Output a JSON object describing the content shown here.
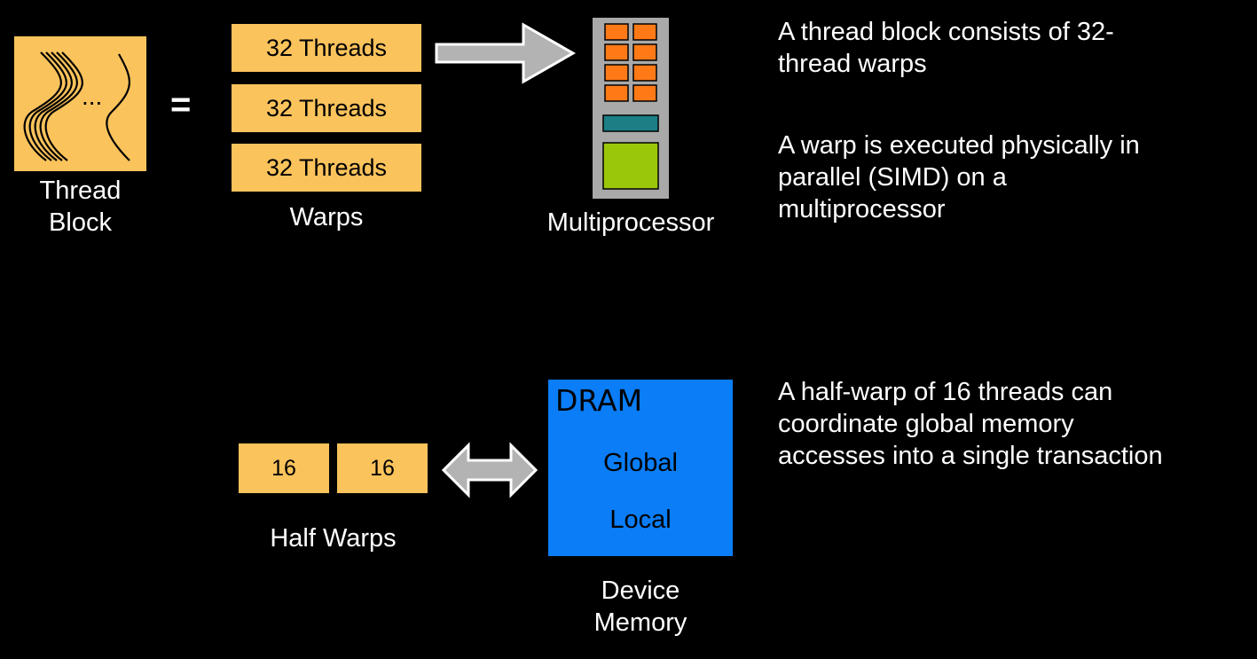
{
  "thread_block": {
    "label_line1": "Thread",
    "label_line2": "Block",
    "ellipsis": "..."
  },
  "equals_sign": "=",
  "warps": {
    "items": [
      "32 Threads",
      "32 Threads",
      "32 Threads"
    ],
    "label": "Warps"
  },
  "multiprocessor": {
    "label": "Multiprocessor",
    "colors": {
      "cells": "#ff7a16",
      "bar": "#1c7f86",
      "block": "#9bc70b",
      "frame": "#a9a9a9"
    }
  },
  "notes": {
    "block": [
      "A thread block consists of 32-",
      "thread warps"
    ],
    "warp": [
      "A warp is executed physically in",
      "parallel (SIMD) on a",
      "multiprocessor"
    ],
    "halfwarp": [
      "A half-warp of 16 threads can",
      "coordinate global memory",
      "accesses into a single transaction"
    ]
  },
  "half_warps": {
    "items": [
      "16",
      "16"
    ],
    "label": "Half Warps"
  },
  "device_memory": {
    "title": "DRAM",
    "regions": [
      "Global",
      "Local"
    ],
    "label_line1": "Device",
    "label_line2": "Memory"
  }
}
